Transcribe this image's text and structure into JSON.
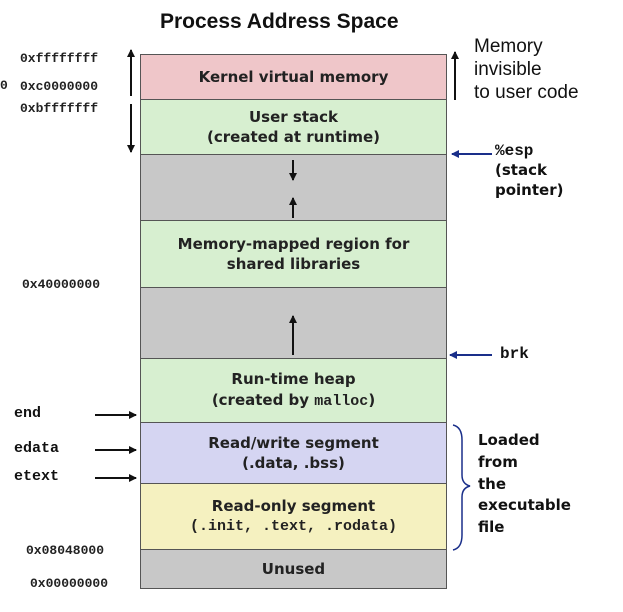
{
  "title": "Process Address Space",
  "addresses": {
    "top": "0xffffffff",
    "kernel_start": "0xc0000000",
    "stack_top": "0xbfffffff",
    "mmap": "0x40000000",
    "text_start": "0x08048000",
    "zero": "0x00000000",
    "clipped_glyph": "0"
  },
  "segments": {
    "kernel": {
      "line1": "Kernel virtual memory",
      "color": "#efc6c9"
    },
    "stack": {
      "line1": "User stack",
      "line2": "(created at runtime)",
      "color": "#d7efd0"
    },
    "gap1": {
      "color": "#c8c8c8"
    },
    "mmap": {
      "line1": "Memory-mapped region for",
      "line2": "shared libraries",
      "color": "#d7efd0"
    },
    "gap2": {
      "color": "#c8c8c8"
    },
    "heap": {
      "line1": "Run-time heap",
      "line2_prefix": "(created by ",
      "line2_mono": "malloc",
      "line2_suffix": ")",
      "color": "#d7efd0"
    },
    "rw": {
      "line1": "Read/write segment",
      "line2": "(.data, .bss)",
      "color": "#d5d5f2"
    },
    "ro": {
      "line1": "Read-only segment",
      "line2": "(.init, .text, .rodata)",
      "color": "#f5f1c0"
    },
    "unused": {
      "line1": "Unused",
      "color": "#c8c8c8"
    }
  },
  "side_note": {
    "line1": "Memory",
    "line2": "invisible",
    "line3": "to user code"
  },
  "pointers": {
    "esp": {
      "label": "%esp",
      "line2": "(stack",
      "line3": "pointer)"
    },
    "brk": {
      "label": "brk"
    }
  },
  "symbols": {
    "end": "end",
    "edata": "edata",
    "etext": "etext"
  },
  "loaded_note": {
    "line1": "Loaded",
    "line2": "from",
    "line3": "the",
    "line4": "executable",
    "line5": "file"
  }
}
